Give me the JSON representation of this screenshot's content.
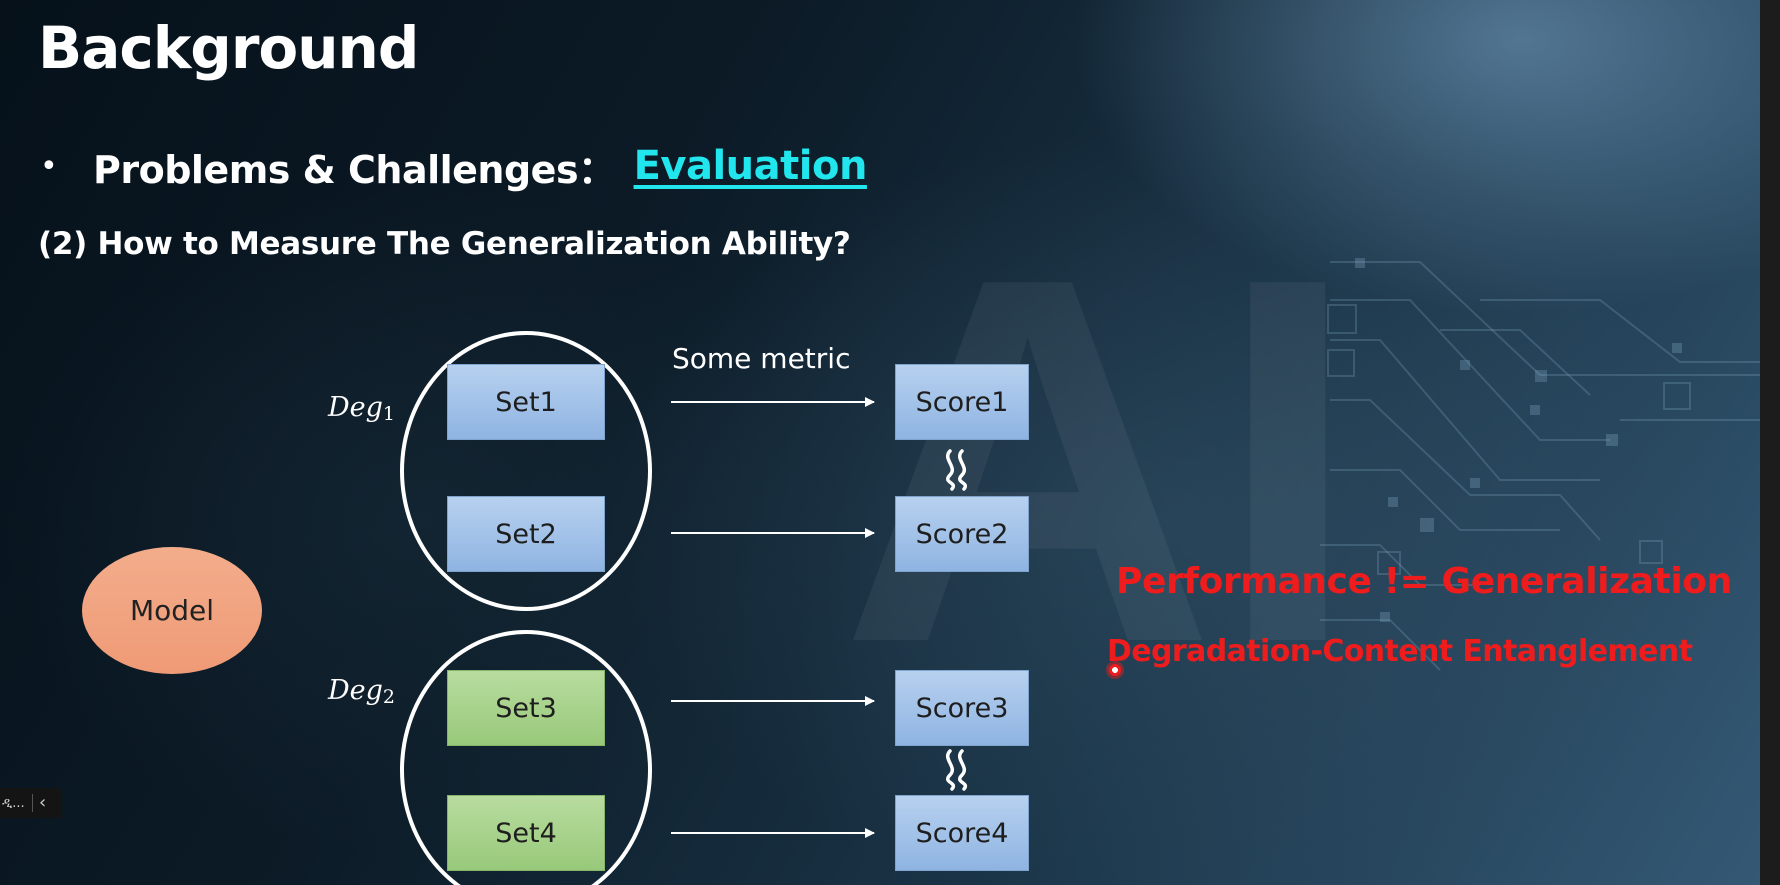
{
  "slide": {
    "title": "Background",
    "bullet_symbol": "•",
    "bullet_text": "Problems & Challenges：",
    "bullet_highlight": "Evaluation",
    "subtitle": "(2) How to Measure The Generalization Ability?",
    "watermark": "AI"
  },
  "diagram": {
    "model_label": "Model",
    "metric_label": "Some metric",
    "groups": [
      {
        "deg_base": "Deg",
        "deg_sub": "1",
        "sets": [
          "Set1",
          "Set2"
        ],
        "scores": [
          "Score1",
          "Score2"
        ],
        "set_color": "#a9c6ea"
      },
      {
        "deg_base": "Deg",
        "deg_sub": "2",
        "sets": [
          "Set3",
          "Set4"
        ],
        "scores": [
          "Score3",
          "Score4"
        ],
        "set_color": "#a9d48c"
      }
    ],
    "approx_symbol": "≈"
  },
  "conclusions": {
    "line1": "Performance != Generalization",
    "line2": "Degradation-Content Entanglement",
    "color": "#ee1c1c"
  },
  "toolbar": {
    "label": "ዲ...",
    "back_icon": "‹"
  },
  "colors": {
    "background": "#0b1823",
    "highlight": "#22e6ee",
    "model_fill": "#f2a581",
    "score_fill": "#a9c6ea"
  }
}
